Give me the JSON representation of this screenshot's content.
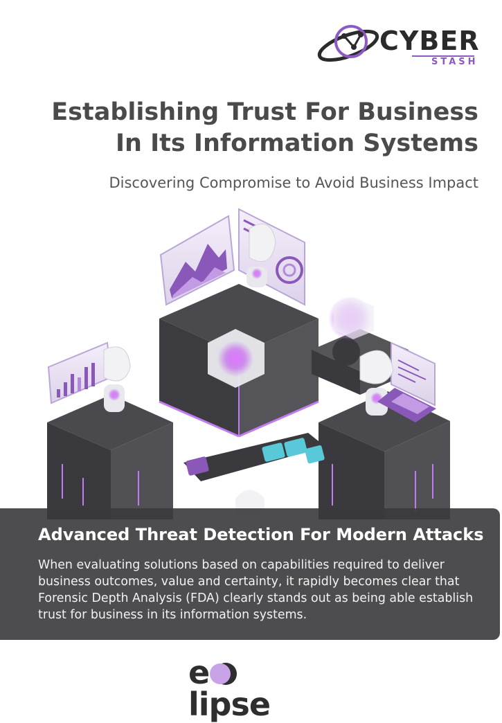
{
  "logo": {
    "line1": "CYBER",
    "line2": "STASH"
  },
  "title": "Establishing Trust For Business In Its Information Systems",
  "subtitle": "Discovering Compromise to Avoid Business Impact",
  "panel": {
    "heading": "Advanced Threat Detection For Modern Attacks",
    "body": "When evaluating solutions based on capabilities required to deliver business outcomes, value and certainty, it rapidly becomes clear that Forensic Depth Analysis (FDA) clearly stands out as being able establish trust for business in its information systems."
  },
  "footer_logo": {
    "text_left": "e",
    "text_right": "lipse"
  },
  "colors": {
    "accent": "#8d59c4",
    "dark": "#3a3a3c",
    "glow": "#d36cff"
  }
}
